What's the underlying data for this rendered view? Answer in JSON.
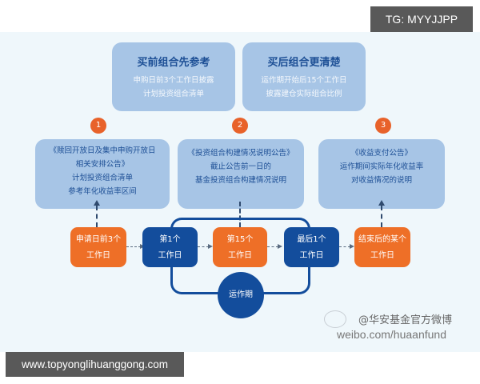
{
  "watermark_top": "TG: MYYJJPP",
  "watermark_bottom": "www.topyonglihuanggong.com",
  "top_boxes": [
    {
      "title": "买前组合先参考",
      "lines": [
        "申购日前3个工作日披露",
        "计划投资组合清单"
      ]
    },
    {
      "title": "买后组合更清楚",
      "lines": [
        "运作期开始后15个工作日",
        "披露建仓实际组合比例"
      ]
    }
  ],
  "badges": [
    "1",
    "2",
    "3"
  ],
  "announcements": [
    {
      "lines": [
        "《赎回开放日及集中申购开放日",
        "相关安排公告》",
        "计划投资组合清单",
        "参考年化收益率区间"
      ]
    },
    {
      "lines": [
        "《投资组合构建情况说明公告》",
        "截止公告前一日的",
        "基金投资组合构建情况说明"
      ]
    },
    {
      "lines": [
        "《收益支付公告》",
        "运作期间实际年化收益率",
        "对收益情况的说明"
      ]
    }
  ],
  "timeline": [
    {
      "line1": "申请日前3个",
      "line2": "工作日",
      "color": "#ee6f27"
    },
    {
      "line1": "第1个",
      "line2": "工作日",
      "color": "#134d9c"
    },
    {
      "line1": "第15个",
      "line2": "工作日",
      "color": "#ee6f27"
    },
    {
      "line1": "最后1个",
      "line2": "工作日",
      "color": "#134d9c"
    },
    {
      "line1": "结束后的某个",
      "line2": "工作日",
      "color": "#ee6f27"
    }
  ],
  "period_label": "运作期",
  "weibo": {
    "handle": "@华安基金官方微博",
    "url": "weibo.com/huaanfund"
  },
  "colors": {
    "orange": "#ee6f27",
    "navy": "#134d9c",
    "box": "#a7c5e6",
    "title": "#1d4f95",
    "background": "#eff7fb"
  }
}
